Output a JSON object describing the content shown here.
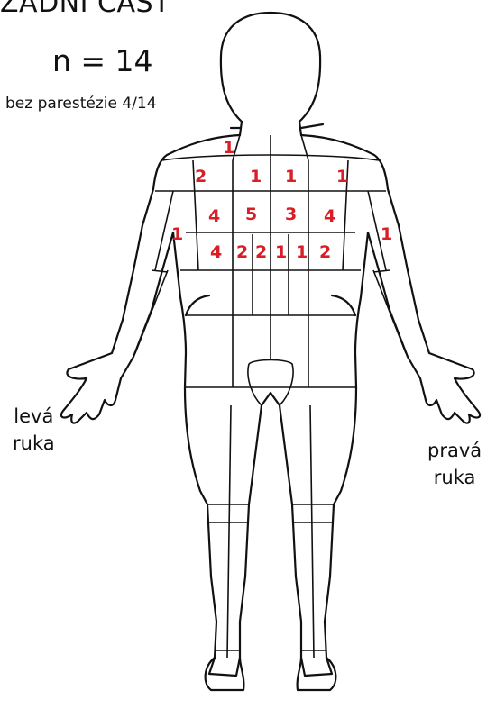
{
  "header": {
    "title": "ZADNÍ ČÁST",
    "sample_size": "n = 14",
    "no_paresthesia": "bez parestézie 4/14"
  },
  "hand_labels": {
    "left": [
      "levá",
      "ruka"
    ],
    "right": [
      "pravá",
      "ruka"
    ]
  },
  "region_counts": {
    "neck_left": "1",
    "upper_back": [
      "2",
      "1",
      "1",
      "1"
    ],
    "mid_back": [
      "4",
      "5",
      "3",
      "4"
    ],
    "lower_back": [
      "4",
      "2",
      "2",
      "1",
      "1",
      "2"
    ],
    "left_arm": "1",
    "right_arm": "1"
  },
  "colors": {
    "count": "#d81e26",
    "outline": "#111111"
  }
}
